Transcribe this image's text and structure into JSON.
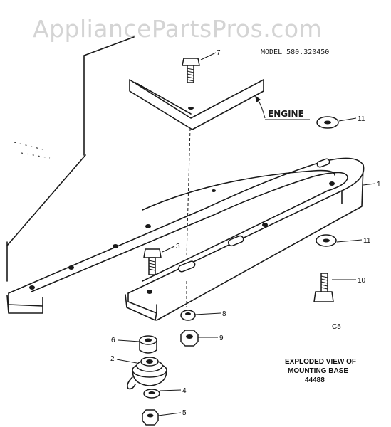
{
  "watermark": "AppliancePartsPros.com",
  "model_label": "MODEL 580.320450",
  "engine_label": "ENGINE",
  "caption": {
    "line1": "EXPLODED VIEW OF",
    "line2": "MOUNTING BASE",
    "line3": "44488"
  },
  "code_label": "C5",
  "parts": {
    "p1": "1",
    "p2": "2",
    "p3": "3",
    "p4": "4",
    "p5": "5",
    "p6": "6",
    "p7": "7",
    "p8": "8",
    "p9": "9",
    "p10": "10",
    "p11a": "11",
    "p11b": "11"
  }
}
